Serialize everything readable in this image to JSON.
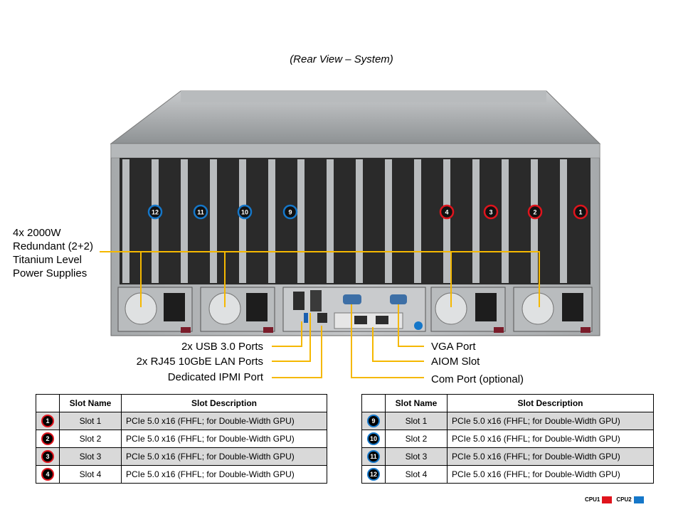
{
  "caption": "(Rear View – System)",
  "callouts": {
    "power_supplies": "4x 2000W\nRedundant (2+2)\nTitanium Level\nPower Supplies",
    "usb": "2x USB 3.0 Ports",
    "lan": "2x RJ45 10GbE LAN Ports",
    "ipmi": "Dedicated IPMI Port",
    "vga": "VGA Port",
    "aiom": "AIOM Slot",
    "com": "Com Port (optional)"
  },
  "slot_markers": [
    {
      "number": "12",
      "cpu": "CPU2"
    },
    {
      "number": "11",
      "cpu": "CPU2"
    },
    {
      "number": "10",
      "cpu": "CPU2"
    },
    {
      "number": "9",
      "cpu": "CPU2"
    },
    {
      "number": "4",
      "cpu": "CPU1"
    },
    {
      "number": "3",
      "cpu": "CPU1"
    },
    {
      "number": "2",
      "cpu": "CPU1"
    },
    {
      "number": "1",
      "cpu": "CPU1"
    }
  ],
  "tables": {
    "headers": {
      "slot_name": "Slot Name",
      "slot_description": "Slot Description"
    },
    "cpu1_rows": [
      {
        "badge": "1",
        "name": "Slot 1",
        "desc": "PCIe 5.0 x16 (FHFL; for Double-Width GPU)"
      },
      {
        "badge": "2",
        "name": "Slot 2",
        "desc": "PCIe 5.0 x16 (FHFL; for Double-Width GPU)"
      },
      {
        "badge": "3",
        "name": "Slot 3",
        "desc": "PCIe 5.0 x16 (FHFL; for Double-Width GPU)"
      },
      {
        "badge": "4",
        "name": "Slot 4",
        "desc": "PCIe 5.0 x16 (FHFL; for Double-Width GPU)"
      }
    ],
    "cpu2_rows": [
      {
        "badge": "9",
        "name": "Slot 1",
        "desc": "PCIe 5.0 x16 (FHFL; for Double-Width GPU)"
      },
      {
        "badge": "10",
        "name": "Slot 2",
        "desc": "PCIe 5.0 x16 (FHFL; for Double-Width GPU)"
      },
      {
        "badge": "11",
        "name": "Slot 3",
        "desc": "PCIe 5.0 x16 (FHFL; for Double-Width GPU)"
      },
      {
        "badge": "12",
        "name": "Slot 4",
        "desc": "PCIe 5.0 x16 (FHFL; for Double-Width GPU)"
      }
    ]
  },
  "legend": {
    "cpu1": "CPU1",
    "cpu2": "CPU2"
  },
  "colors": {
    "cpu1": "#e0141d",
    "cpu2": "#1577c9",
    "callout_line": "#f5b800",
    "chassis": "#9ea2a4"
  }
}
